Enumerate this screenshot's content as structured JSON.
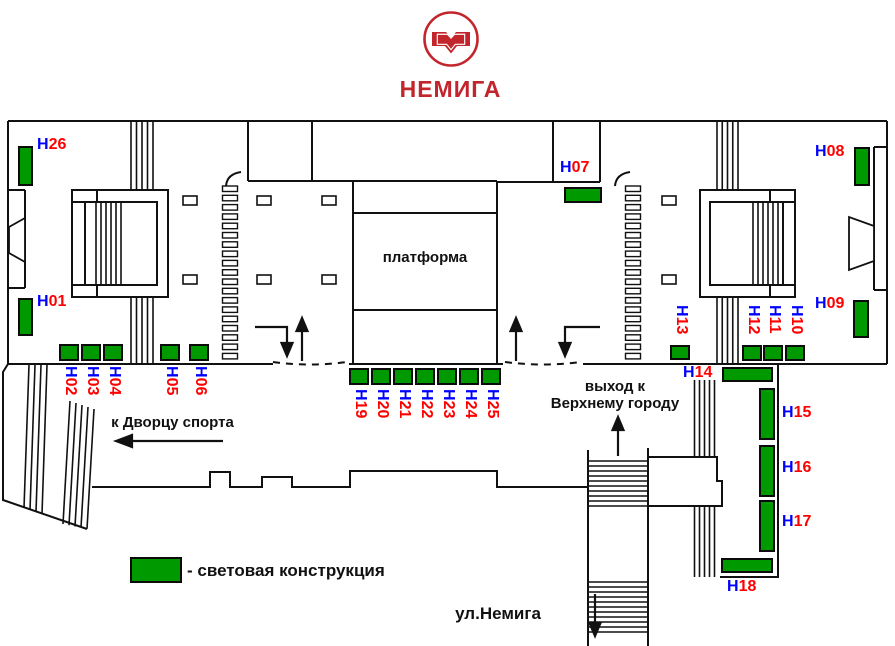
{
  "header": {
    "station_name": "НЕМИГА",
    "brand_color": "#c2252b"
  },
  "map_labels": {
    "platform": "платформа",
    "exit_upper_line1": "выход к",
    "exit_upper_line2": "Верхнему городу",
    "exit_sports_palace": "к Дворцу спорта",
    "street": "ул.Немига"
  },
  "legend": {
    "label": "- световая конструкция",
    "swatch_color": "#009900"
  },
  "colors": {
    "sign_green": "#009900",
    "label_blue": "#0000ff",
    "label_red": "#ff0000",
    "wall": "#111111"
  },
  "signs": [
    {
      "id": "H01",
      "prefix": "H",
      "num": "01"
    },
    {
      "id": "H02",
      "prefix": "H",
      "num": "02"
    },
    {
      "id": "H03",
      "prefix": "H",
      "num": "03"
    },
    {
      "id": "H04",
      "prefix": "H",
      "num": "04"
    },
    {
      "id": "H05",
      "prefix": "H",
      "num": "05"
    },
    {
      "id": "H06",
      "prefix": "H",
      "num": "06"
    },
    {
      "id": "H07",
      "prefix": "H",
      "num": "07"
    },
    {
      "id": "H08",
      "prefix": "H",
      "num": "08"
    },
    {
      "id": "H09",
      "prefix": "H",
      "num": "09"
    },
    {
      "id": "H10",
      "prefix": "H",
      "num": "10"
    },
    {
      "id": "H11",
      "prefix": "H",
      "num": "11"
    },
    {
      "id": "H12",
      "prefix": "H",
      "num": "12"
    },
    {
      "id": "H13",
      "prefix": "H",
      "num": "13"
    },
    {
      "id": "H14",
      "prefix": "H",
      "num": "14"
    },
    {
      "id": "H15",
      "prefix": "H",
      "num": "15"
    },
    {
      "id": "H16",
      "prefix": "H",
      "num": "16"
    },
    {
      "id": "H17",
      "prefix": "H",
      "num": "17"
    },
    {
      "id": "H18",
      "prefix": "H",
      "num": "18"
    },
    {
      "id": "H19",
      "prefix": "H",
      "num": "19"
    },
    {
      "id": "H20",
      "prefix": "H",
      "num": "20"
    },
    {
      "id": "H21",
      "prefix": "H",
      "num": "21"
    },
    {
      "id": "H22",
      "prefix": "H",
      "num": "22"
    },
    {
      "id": "H23",
      "prefix": "H",
      "num": "23"
    },
    {
      "id": "H24",
      "prefix": "H",
      "num": "24"
    },
    {
      "id": "H25",
      "prefix": "H",
      "num": "25"
    },
    {
      "id": "H26",
      "prefix": "H",
      "num": "26"
    }
  ]
}
